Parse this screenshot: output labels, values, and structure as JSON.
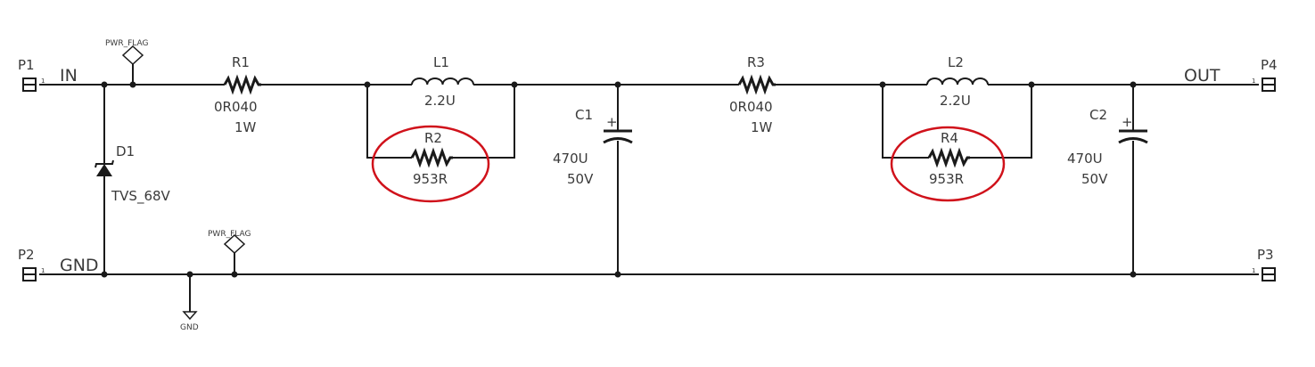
{
  "net_labels": {
    "in": "IN",
    "out": "OUT",
    "gnd": "GND"
  },
  "connectors": [
    {
      "ref": "P1",
      "pin": "1"
    },
    {
      "ref": "P2",
      "pin": "1"
    },
    {
      "ref": "P3",
      "pin": "1"
    },
    {
      "ref": "P4",
      "pin": "1"
    }
  ],
  "power_flags": [
    {
      "label": "PWR_FLAG"
    },
    {
      "label": "PWR_FLAG"
    }
  ],
  "ground_symbol": {
    "label": "GND"
  },
  "components": {
    "d1": {
      "ref": "D1",
      "value": "TVS_68V"
    },
    "r1": {
      "ref": "R1",
      "value": "0R040",
      "rating": "1W"
    },
    "l1": {
      "ref": "L1",
      "value": "2.2U"
    },
    "r2": {
      "ref": "R2",
      "value": "953R"
    },
    "c1": {
      "ref": "C1",
      "value": "470U",
      "rating": "50V",
      "polarity": "+"
    },
    "r3": {
      "ref": "R3",
      "value": "0R040",
      "rating": "1W"
    },
    "l2": {
      "ref": "L2",
      "value": "2.2U"
    },
    "r4": {
      "ref": "R4",
      "value": "953R"
    },
    "c2": {
      "ref": "C2",
      "value": "470U",
      "rating": "50V",
      "polarity": "+"
    }
  },
  "highlight_color": "#d0121b"
}
